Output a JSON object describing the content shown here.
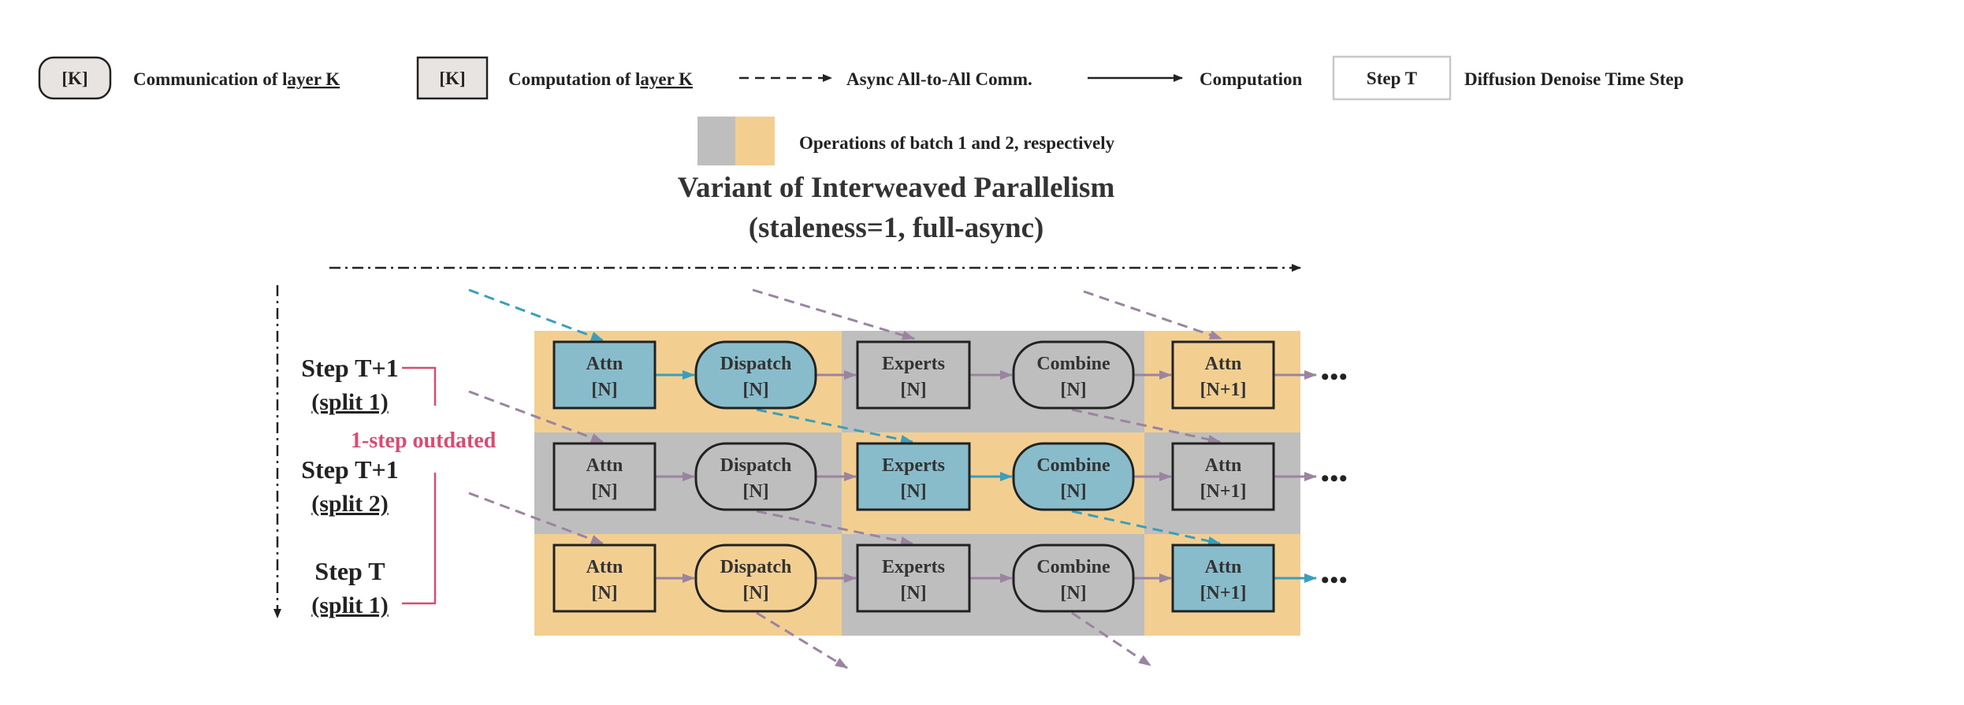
{
  "legend": {
    "comm_box": "[K]",
    "comm_label_prefix": "Communication of l",
    "comm_label_ul": "ayer K",
    "comp_box": "[K]",
    "comp_label_prefix": "Computation of l",
    "comp_label_ul": "ayer K",
    "async_label": "Async All-to-All Comm.",
    "comp_arrow_label": "Computation",
    "step_box": "Step T",
    "step_label": "Diffusion Denoise Time Step",
    "batch_label": "Operations of batch 1 and 2, respectively"
  },
  "title": {
    "line1": "Variant of Interweaved Parallelism",
    "line2": "(staleness=1, full-async)"
  },
  "rows": [
    {
      "step": "Step T+1",
      "split": "(split 1)",
      "cells": [
        {
          "name": "Attn",
          "layer": "[N]"
        },
        {
          "name": "Dispatch",
          "layer": "[N]"
        },
        {
          "name": "Experts",
          "layer": "[N]"
        },
        {
          "name": "Combine",
          "layer": "[N]"
        },
        {
          "name": "Attn",
          "layer": "[N+1]"
        }
      ]
    },
    {
      "step": "Step T+1",
      "split": "(split 2)",
      "cells": [
        {
          "name": "Attn",
          "layer": "[N]"
        },
        {
          "name": "Dispatch",
          "layer": "[N]"
        },
        {
          "name": "Experts",
          "layer": "[N]"
        },
        {
          "name": "Combine",
          "layer": "[N]"
        },
        {
          "name": "Attn",
          "layer": "[N+1]"
        }
      ]
    },
    {
      "step": "Step T",
      "split": "(split 1)",
      "cells": [
        {
          "name": "Attn",
          "layer": "[N]"
        },
        {
          "name": "Dispatch",
          "layer": "[N]"
        },
        {
          "name": "Experts",
          "layer": "[N]"
        },
        {
          "name": "Combine",
          "layer": "[N]"
        },
        {
          "name": "Attn",
          "layer": "[N+1]"
        }
      ]
    }
  ],
  "outdated_label": "1-step outdated",
  "ellipsis": "•••",
  "colors": {
    "batch1": "#bebebe",
    "batch2": "#f2cf91",
    "highlight": "#88bccb",
    "accent_arrow": "#3a9fbc",
    "muted_arrow": "#9a84a0",
    "outdated": "#d64d72",
    "box_fill_comm": "#e8e4e1",
    "dark": "#222222"
  }
}
